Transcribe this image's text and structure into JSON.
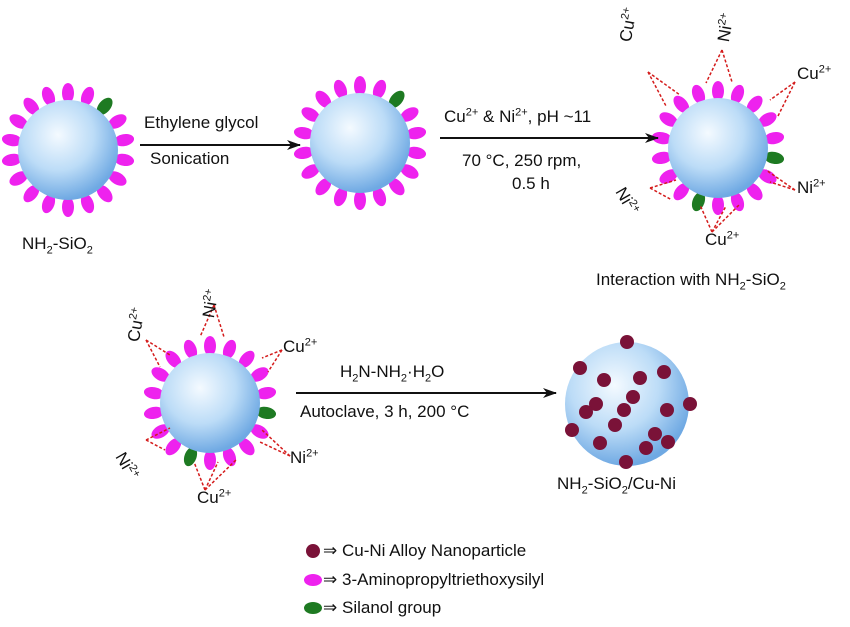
{
  "colors": {
    "sphere_light": "#eef7ff",
    "sphere_dark": "#7fb8ec",
    "aminopropyl": "#ee22ee",
    "silanol": "#1e7a22",
    "alloy": "#7a1238",
    "coordination_line": "#d41b1b",
    "arrow": "#111111"
  },
  "icons": {
    "alloy_marker": "dark-red-dot",
    "aminopropyl_marker": "magenta-droplet",
    "silanol_marker": "green-droplet",
    "implies": "double-right-arrow"
  },
  "particles": {
    "start": {
      "name": "NH",
      "sub1": "2",
      "mid": "-SiO",
      "sub2": "2"
    },
    "interaction": {
      "text": "Interaction with NH",
      "sub1": "2",
      "mid": "-SiO",
      "sub2": "2"
    },
    "product": {
      "name": "NH",
      "sub1": "2",
      "mid": "-SiO",
      "sub2": "2",
      "tail": "/Cu-Ni"
    }
  },
  "steps": {
    "step1": {
      "above": "Ethylene glycol",
      "below": "Sonication"
    },
    "step2": {
      "above_cu": "Cu",
      "above_cu_sup": "2+",
      "above_mid": " & Ni",
      "above_ni_sup": "2+",
      "above_tail": ", pH ~11",
      "below_line1": "70 °C, 250 rpm,",
      "below_line2": "0.5 h"
    },
    "step3": {
      "above_a": "H",
      "above_a_sub": "2",
      "above_b": "N-NH",
      "above_b_sub": "2",
      "above_c": "·H",
      "above_c_sub": "2",
      "above_d": "O",
      "below": "Autoclave, 3 h, 200 °C"
    }
  },
  "ions": {
    "cu": "Cu",
    "ni": "Ni",
    "charge": "2+"
  },
  "legend": [
    {
      "arrow": "⇒",
      "label": "Cu-Ni Alloy Nanoparticle"
    },
    {
      "arrow": "⇒",
      "label": "3-Aminopropyltriethoxysilyl"
    },
    {
      "arrow": "⇒",
      "label": "Silanol group"
    }
  ]
}
